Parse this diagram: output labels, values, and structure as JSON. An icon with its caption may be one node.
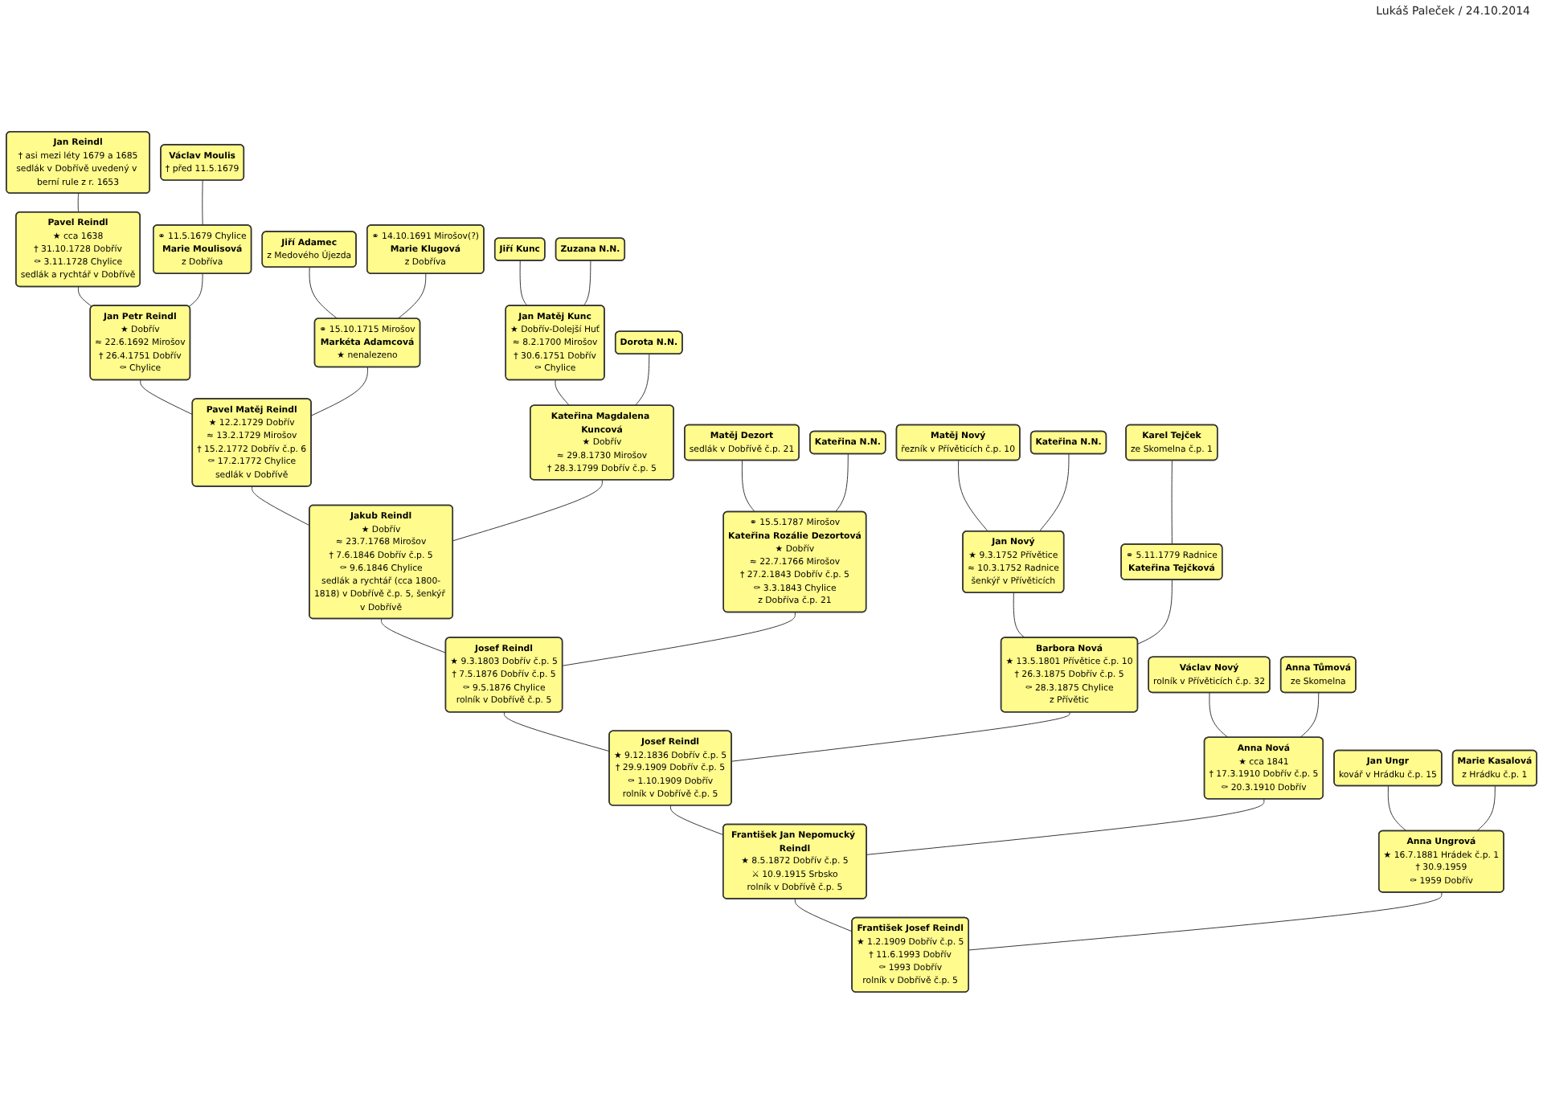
{
  "diagram": {
    "nodes": [
      {
        "text": [
          "Jan Reindl",
          "† asi mezi léty 1679 a 1685",
          "sedlák v Dobřívě uvedený v berní rule z r. 1653"
        ]
      },
      {
        "text": [
          "Václav Moulis",
          "† před 11.5.1679"
        ]
      },
      {
        "text": [
          "Pavel Reindl",
          "★ cca 1638",
          "† 31.10.1728 Dobřív",
          "⚰ 3.11.1728 Chylice",
          "sedlák a rychtář v Dobřívě"
        ]
      },
      {
        "text": [
          "⚭ 11.5.1679 Chylice",
          "Marie Moulisová",
          "z Dobříva"
        ]
      },
      {
        "text": [
          "Jiří Adamec",
          "z Medového Újezda"
        ]
      },
      {
        "text": [
          "⚭ 14.10.1691 Mirošov(?)",
          "Marie Klugová",
          "z Dobříva"
        ]
      },
      {
        "text": [
          "Jiří Kunc"
        ]
      },
      {
        "text": [
          "Zuzana N.N."
        ]
      },
      {
        "text": [
          "Jan Petr Reindl",
          "★ Dobřív",
          "≈ 22.6.1692 Mirošov",
          "† 26.4.1751 Dobřív",
          "⚰ Chylice"
        ]
      },
      {
        "text": [
          "⚭ 15.10.1715 Mirošov",
          "Markéta Adamcová",
          "★ nenalezeno"
        ]
      },
      {
        "text": [
          "Jan Matěj Kunc",
          "★ Dobřív-Dolejší Huť",
          "≈ 8.2.1700 Mirošov",
          "† 30.6.1751 Dobřív",
          "⚰ Chylice"
        ]
      },
      {
        "text": [
          "Dorota N.N."
        ]
      },
      {
        "text": [
          "Pavel Matěj Reindl",
          "★ 12.2.1729 Dobřív",
          "≈ 13.2.1729 Mirošov",
          "† 15.2.1772 Dobřív č.p. 6",
          "⚰ 17.2.1772 Chylice",
          "sedlák v Dobřívě"
        ]
      },
      {
        "text": [
          "Kateřina Magdalena Kuncová",
          "★ Dobřív",
          "≈ 29.8.1730 Mirošov",
          "† 28.3.1799 Dobřív č.p. 5"
        ]
      },
      {
        "text": [
          "Matěj Dezort",
          "sedlák v Dobřívě č.p. 21"
        ]
      },
      {
        "text": [
          "Kateřina N.N."
        ]
      },
      {
        "text": [
          "Matěj Nový",
          "řezník v Přívěticích č.p. 10"
        ]
      },
      {
        "text": [
          "Kateřina N.N."
        ]
      },
      {
        "text": [
          "Karel Tejček",
          "ze Skomelna č.p. 1"
        ]
      },
      {
        "text": [
          "Jakub Reindl",
          "★ Dobřív",
          "≈ 23.7.1768 Mirošov",
          "† 7.6.1846 Dobřív č.p. 5",
          "⚰ 9.6.1846 Chylice",
          "sedlák a rychtář (cca 1800-1818) v Dobřívě č.p. 5, šenkýř v Dobřívě"
        ]
      },
      {
        "text": [
          "⚭ 15.5.1787 Mirošov",
          "Kateřina Rozálie Dezortová",
          "★ Dobřív",
          "≈ 22.7.1766 Mirošov",
          "† 27.2.1843 Dobřív č.p. 5",
          "⚰ 3.3.1843 Chylice",
          "z Dobříva č.p. 21"
        ]
      },
      {
        "text": [
          "Jan Nový",
          "★ 9.3.1752 Přívětice",
          "≈ 10.3.1752 Radnice",
          "šenkýř v Přívěticích"
        ]
      },
      {
        "text": [
          "⚭ 5.11.1779 Radnice",
          "Kateřina Tejčková"
        ]
      },
      {
        "text": [
          "Josef Reindl",
          "★ 9.3.1803 Dobřív č.p. 5",
          "† 7.5.1876 Dobřív č.p. 5",
          "⚰ 9.5.1876 Chylice",
          "rolník v Dobřívě č.p. 5"
        ]
      },
      {
        "text": [
          "Barbora Nová",
          "★ 13.5.1801 Přívětice č.p. 10",
          "† 26.3.1875 Dobřív č.p. 5",
          "⚰ 28.3.1875 Chylice",
          "z Přívětic"
        ]
      },
      {
        "text": [
          "Václav Nový",
          "rolník v Přívěticích č.p. 32"
        ]
      },
      {
        "text": [
          "Anna Tůmová",
          "ze Skomelna"
        ]
      },
      {
        "text": [
          "Josef Reindl",
          "★ 9.12.1836 Dobřív č.p. 5",
          "† 29.9.1909 Dobřív č.p. 5",
          "⚰ 1.10.1909 Dobřív",
          "rolník v Dobřívě č.p. 5"
        ]
      },
      {
        "text": [
          "Anna Nová",
          "★ cca 1841",
          "† 17.3.1910 Dobřív č.p. 5",
          "⚰ 20.3.1910 Dobřív"
        ]
      },
      {
        "text": [
          "Jan Ungr",
          "kovář v Hrádku č.p. 15"
        ]
      },
      {
        "text": [
          "Marie Kasalová",
          "z Hrádku č.p. 1"
        ]
      },
      {
        "text": [
          "František Jan Nepomucký Reindl",
          "★ 8.5.1872 Dobřív č.p. 5",
          "⚔ 10.9.1915 Srbsko",
          "rolník v Dobřívě č.p. 5"
        ]
      },
      {
        "text": [
          "Anna Ungrová",
          "★ 16.7.1881 Hrádek č.p. 1",
          "† 30.9.1959",
          "⚰ 1959 Dobřív"
        ]
      },
      {
        "text": [
          "František Josef Reindl",
          "★ 1.2.1909 Dobřív č.p. 5",
          "† 11.6.1993 Dobřív",
          "⚰ 1993 Dobřív",
          "rolník v Dobřívě č.p. 5"
        ]
      }
    ],
    "edges": [
      {
        "from": 0,
        "to": 2,
        "arrow": "none"
      },
      {
        "from": 1,
        "to": 3,
        "arrow": "none"
      },
      {
        "from": 2,
        "to": 8,
        "arrow": "none"
      },
      {
        "from": 3,
        "to": 8,
        "arrow": "none"
      },
      {
        "from": 4,
        "to": 9,
        "arrow": "none"
      },
      {
        "from": 5,
        "to": 9,
        "arrow": "none"
      },
      {
        "from": 6,
        "to": 10,
        "arrow": "none"
      },
      {
        "from": 7,
        "to": 10,
        "arrow": "none"
      },
      {
        "from": 8,
        "to": 12,
        "arrow": "none"
      },
      {
        "from": 9,
        "to": 12,
        "arrow": "none"
      },
      {
        "from": 10,
        "to": 13,
        "arrow": "none"
      },
      {
        "from": 11,
        "to": 13,
        "arrow": "none"
      },
      {
        "from": 12,
        "to": 19,
        "arrow": "none"
      },
      {
        "from": 13,
        "to": 19,
        "arrow": "none"
      },
      {
        "from": 14,
        "to": 20,
        "arrow": "none"
      },
      {
        "from": 15,
        "to": 20,
        "arrow": "none"
      },
      {
        "from": 16,
        "to": 21,
        "arrow": "none"
      },
      {
        "from": 17,
        "to": 21,
        "arrow": "none"
      },
      {
        "from": 18,
        "to": 22,
        "arrow": "none"
      },
      {
        "from": 19,
        "to": 23,
        "arrow": "none"
      },
      {
        "from": 20,
        "to": 23,
        "arrow": "none"
      },
      {
        "from": 21,
        "to": 24,
        "arrow": "none"
      },
      {
        "from": 22,
        "to": 24,
        "arrow": "none"
      },
      {
        "from": 23,
        "to": 27,
        "arrow": "none"
      },
      {
        "from": 24,
        "to": 27,
        "arrow": "none"
      },
      {
        "from": 25,
        "to": 28,
        "arrow": "none"
      },
      {
        "from": 26,
        "to": 28,
        "arrow": "none"
      },
      {
        "from": 27,
        "to": 31,
        "arrow": "none"
      },
      {
        "from": 28,
        "to": 31,
        "arrow": "none"
      },
      {
        "from": 29,
        "to": 32,
        "arrow": "none"
      },
      {
        "from": 30,
        "to": 32,
        "arrow": "none"
      },
      {
        "from": 31,
        "to": 33,
        "arrow": "none"
      },
      {
        "from": 32,
        "to": 33,
        "arrow": "none"
      }
    ],
    "labels": [
      "Lukáš Paleček / 24.10.2014"
    ]
  }
}
